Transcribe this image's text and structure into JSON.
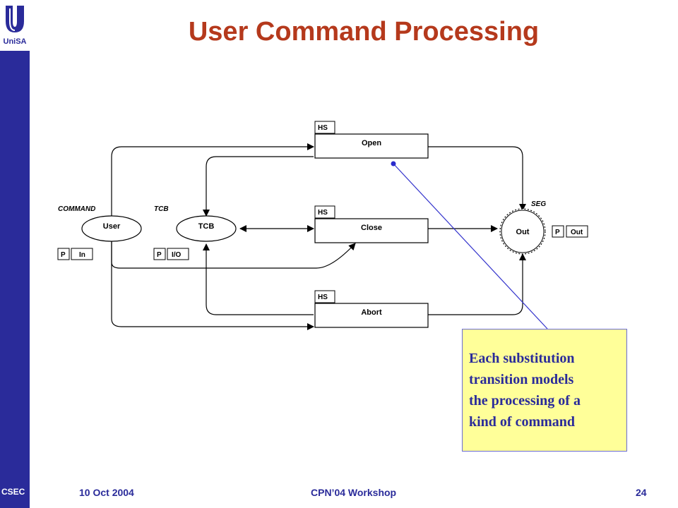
{
  "slide": {
    "title": "User Command Processing",
    "logo_text": "UniSA",
    "footer": {
      "org": "CSEC",
      "date": "10 Oct 2004",
      "event": "CPN’04 Workshop",
      "page": "24"
    },
    "note_lines": [
      "Each substitution",
      "transition models",
      "the processing of a",
      "kind of command"
    ]
  },
  "diagram": {
    "places": {
      "user": {
        "name": "User",
        "type_label": "COMMAND",
        "port_tag": "P",
        "port_kind": "In"
      },
      "tcb": {
        "name": "TCB",
        "type_label": "TCB",
        "port_tag": "P",
        "port_kind": "I/O"
      },
      "out": {
        "name": "Out",
        "type_label": "SEG",
        "port_tag": "P",
        "port_kind": "Out"
      }
    },
    "transitions": {
      "open": {
        "name": "Open",
        "tag": "HS"
      },
      "close": {
        "name": "Close",
        "tag": "HS"
      },
      "abort": {
        "name": "Abort",
        "tag": "HS"
      }
    }
  },
  "colors": {
    "sidebar": "#2a2b9a",
    "title": "#b5391c",
    "note_bg": "#ffff99",
    "pointer": "#3333cc"
  }
}
